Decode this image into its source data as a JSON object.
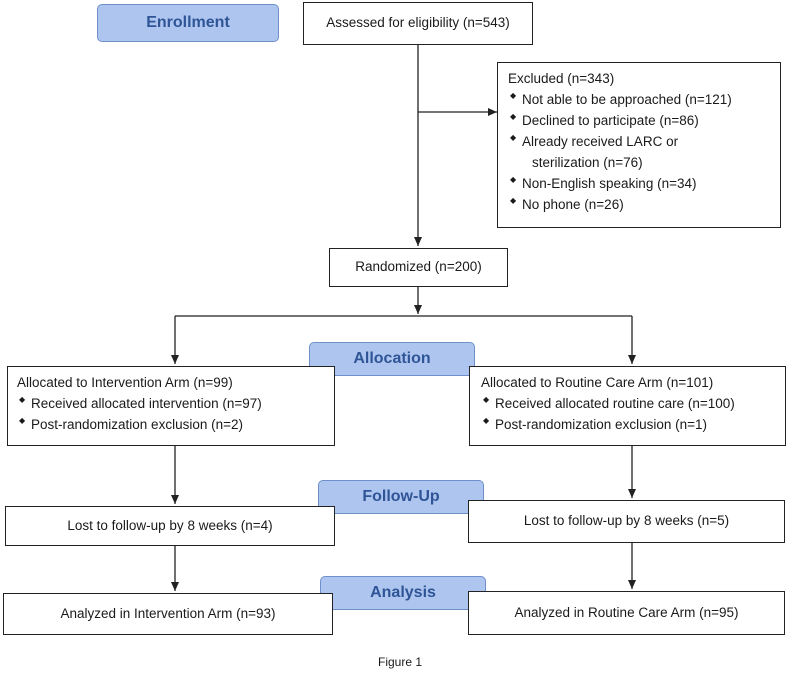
{
  "phases": {
    "enrollment": "Enrollment",
    "allocation": "Allocation",
    "follow_up": "Follow-Up",
    "analysis": "Analysis"
  },
  "assessed": "Assessed for eligibility (n=543)",
  "excluded": {
    "title": "Excluded (n=343)",
    "items": [
      "Not able to be approached (n=121)",
      "Declined to participate (n=86)",
      "Already received LARC or",
      "sterilization (n=76)",
      "Non-English speaking (n=34)",
      "No phone (n=26)"
    ]
  },
  "randomized": "Randomized (n=200)",
  "intervention": {
    "title": "Allocated to Intervention Arm (n=99)",
    "items": [
      "Received allocated intervention (n=97)",
      "Post-randomization exclusion (n=2)"
    ],
    "followup": "Lost to follow-up by 8 weeks (n=4)",
    "analysis": "Analyzed in Intervention Arm (n=93)"
  },
  "routine": {
    "title": "Allocated to Routine Care Arm (n=101)",
    "items": [
      "Received allocated routine care (n=100)",
      "Post-randomization exclusion (n=1)"
    ],
    "followup": "Lost to follow-up by 8 weeks (n=5)",
    "analysis": "Analyzed in Routine Care Arm (n=95)"
  },
  "caption": "Figure 1"
}
